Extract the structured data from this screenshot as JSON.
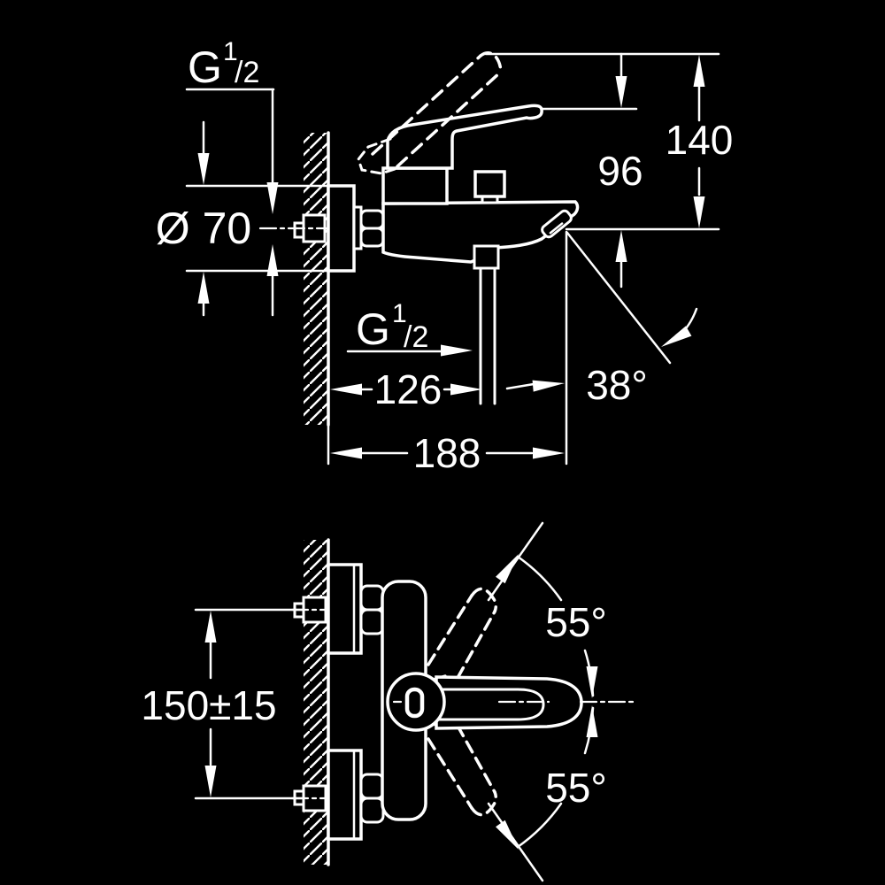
{
  "drawing": {
    "colors": {
      "background": "#000000",
      "line": "#ffffff"
    },
    "side_view": {
      "wall_thread_label": {
        "base": "G",
        "sup": "1",
        "rest": "/2"
      },
      "flange_diameter_label": "Ø 70",
      "open_height_label": "140",
      "lever_height_label": "96",
      "hose_thread_label": {
        "base": "G",
        "sup": "1",
        "rest": "/2"
      },
      "hose_distance_label": "126",
      "spout_reach_label": "188",
      "spout_angle_label": "38°"
    },
    "front_view": {
      "connection_distance_label": "150±15",
      "lever_swing_up_label": "55°",
      "lever_swing_down_label": "55°"
    }
  }
}
